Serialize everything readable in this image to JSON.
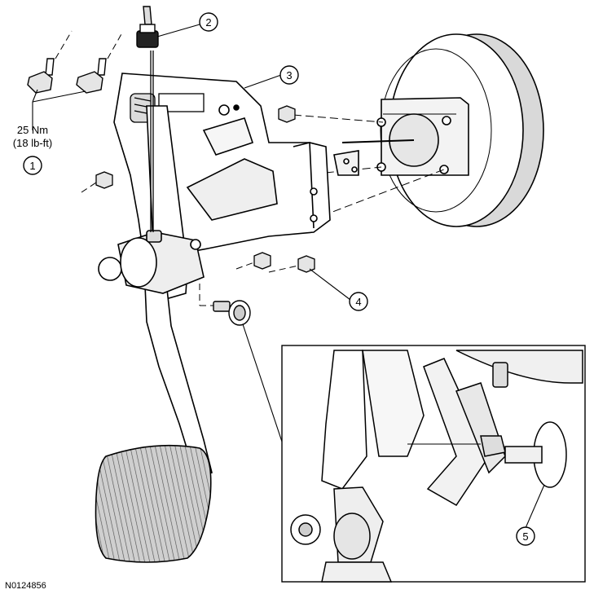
{
  "torque": {
    "nm": "25 Nm",
    "lbft": "(18 lb-ft)"
  },
  "callouts": [
    {
      "id": "1",
      "text": "1"
    },
    {
      "id": "2",
      "text": "2"
    },
    {
      "id": "3",
      "text": "3"
    },
    {
      "id": "4",
      "text": "4"
    },
    {
      "id": "5",
      "text": "5"
    }
  ],
  "figure_id": "N0124856",
  "colors": {
    "line": "#000000",
    "shade": "#d9d9d9",
    "light": "#efefef"
  }
}
